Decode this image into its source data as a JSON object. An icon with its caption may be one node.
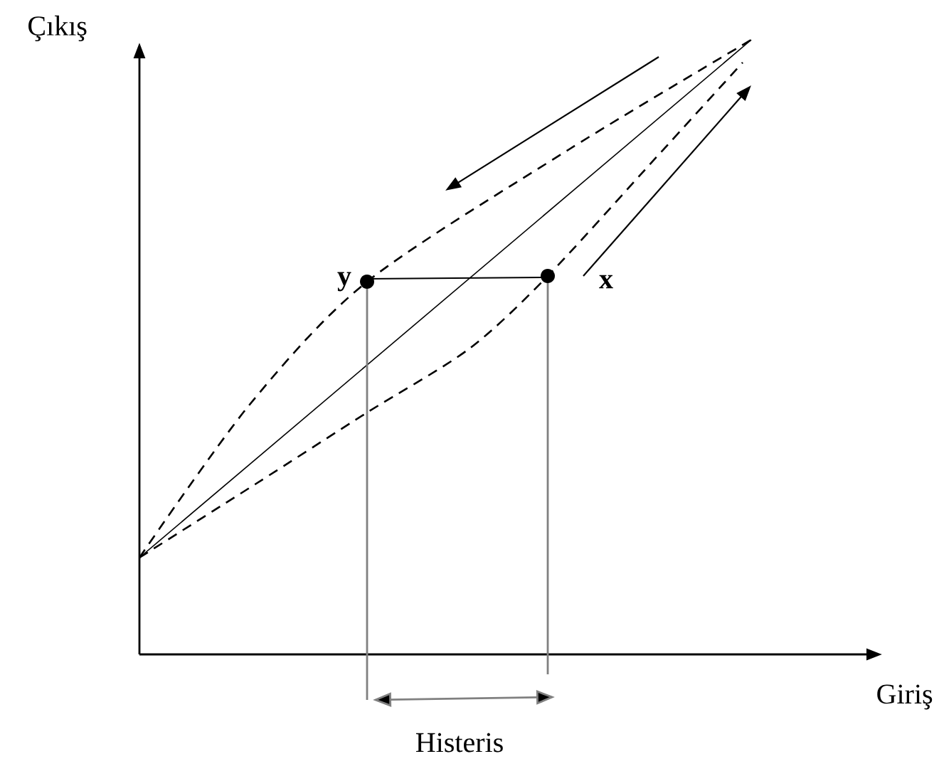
{
  "diagram": {
    "labels": [
      "Çıkış",
      "y",
      "x",
      "Giriş",
      "Histeris"
    ]
  }
}
